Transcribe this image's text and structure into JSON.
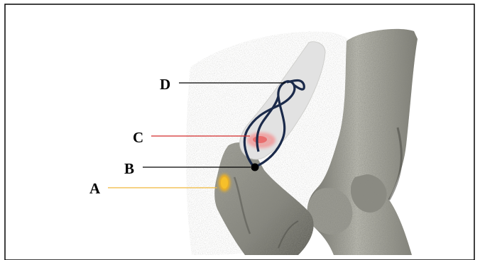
{
  "labels": [
    {
      "id": "A",
      "text": "A",
      "leader_color": "#f0b83a"
    },
    {
      "id": "B",
      "text": "B",
      "leader_color": "#000000"
    },
    {
      "id": "C",
      "text": "C",
      "leader_color": "#d42a2a"
    },
    {
      "id": "D",
      "text": "D",
      "leader_color": "#000000"
    }
  ],
  "colors": {
    "frame": "#000000",
    "bone": "#8e8e86",
    "bone_shadow": "#4a4a44",
    "scatter": "#b8b8b2",
    "cartilage_region": "#e2e2e2",
    "helix_curve": "#1b2a4a",
    "marker_a": "#f2b21b",
    "marker_c": "#e63a3a"
  }
}
